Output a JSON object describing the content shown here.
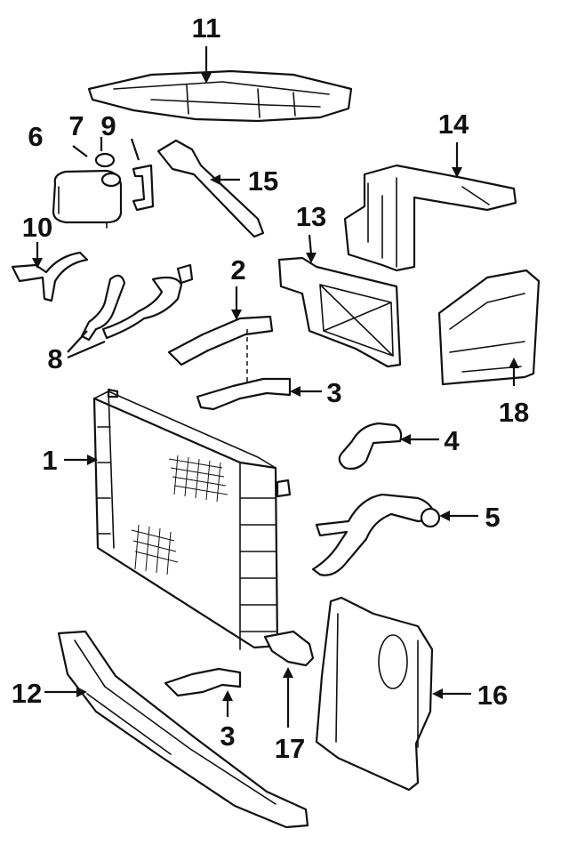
{
  "callouts": {
    "c1": "1",
    "c2": "2",
    "c3_upper": "3",
    "c3_lower": "3",
    "c4": "4",
    "c5": "5",
    "c6": "6",
    "c7": "7",
    "c8": "8",
    "c9": "9",
    "c10": "10",
    "c11": "11",
    "c12": "12",
    "c13": "13",
    "c14": "14",
    "c15": "15",
    "c16": "16",
    "c17": "17",
    "c18": "18"
  },
  "colors": {
    "line": "#111111",
    "background": "#ffffff"
  }
}
